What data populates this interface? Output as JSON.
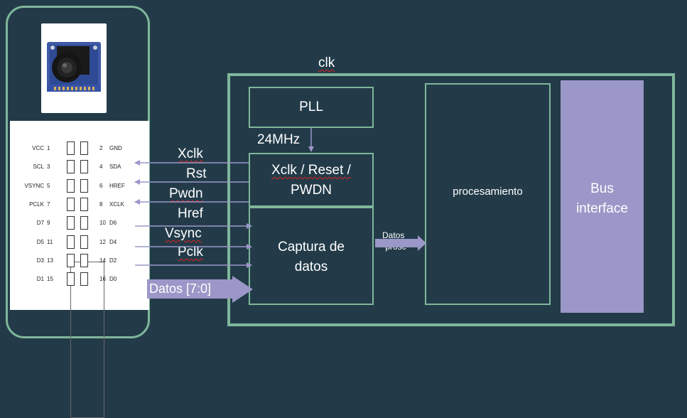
{
  "diagram": {
    "clk_label": "clk",
    "pll_label": "PLL",
    "freq_label": "24MHz",
    "ctrl_block": {
      "line1": "Xclk / Reset /",
      "line2": "PWDN"
    },
    "capture_block": {
      "line1": "Captura de",
      "line2": "datos"
    },
    "datos_prosc": {
      "line1": "Datos_",
      "line2": "prosc"
    },
    "processing_label": "procesamiento",
    "bus_interface": {
      "line1": "Bus",
      "line2": "interface"
    },
    "signals": [
      "Xclk",
      "Rst",
      "Pwdn",
      "Href",
      "Vsync",
      "Pclk"
    ],
    "data_bus_label": "Datos [7:0]"
  },
  "camera_pins": {
    "left_names": [
      "VCC",
      "SCL",
      "VSYNC",
      "PCLK",
      "D7",
      "D5",
      "D3",
      "D1"
    ],
    "left_numbers": [
      "1",
      "3",
      "5",
      "7",
      "9",
      "11",
      "13",
      "15"
    ],
    "right_numbers": [
      "2",
      "4",
      "6",
      "8",
      "10",
      "12",
      "14",
      "16"
    ],
    "right_names": [
      "GND",
      "SDA",
      "HREF",
      "XCLK",
      "D6",
      "D4",
      "D2",
      "D0"
    ]
  },
  "colors": {
    "background": "#233b49",
    "block_border": "#7fb79a",
    "arrow": "#9b97c8",
    "bus_fill": "#9b97c8"
  }
}
